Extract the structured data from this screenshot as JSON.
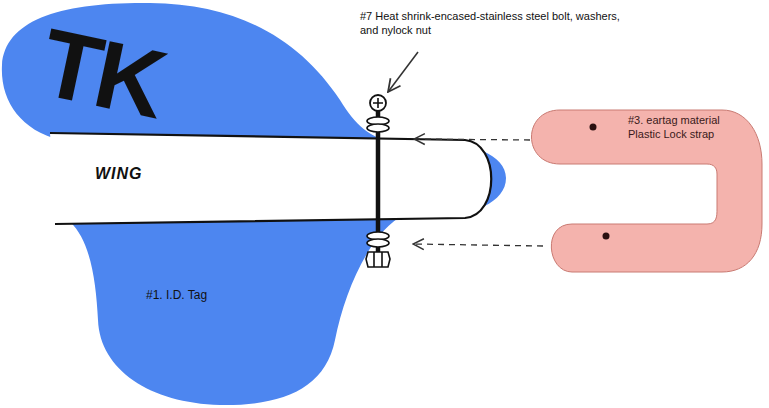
{
  "diagram": {
    "nodes": [
      {
        "text": [
          "TK",
          "#1. I.D. Tag"
        ]
      },
      {
        "text": [
          "WING"
        ]
      },
      {
        "text": [
          "#3. eartag material Plastic Lock strap"
        ]
      }
    ],
    "labels": [
      "#7 Heat shrink-encased-stainless steel bolt, washers, and nylock nut"
    ]
  }
}
